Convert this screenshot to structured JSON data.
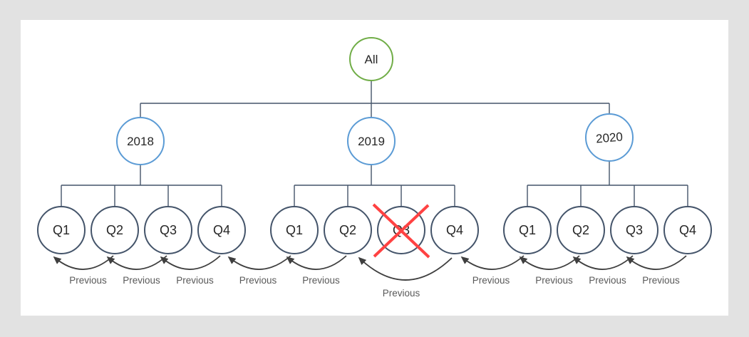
{
  "diagram": {
    "root": {
      "label": "All"
    },
    "years": [
      {
        "label": "2018",
        "quarters": [
          {
            "label": "Q1"
          },
          {
            "label": "Q2"
          },
          {
            "label": "Q3"
          },
          {
            "label": "Q4"
          }
        ]
      },
      {
        "label": "2019",
        "quarters": [
          {
            "label": "Q1"
          },
          {
            "label": "Q2"
          },
          {
            "label": "Q3",
            "crossed_out": true
          },
          {
            "label": "Q4"
          }
        ]
      },
      {
        "label": "2020",
        "quarters": [
          {
            "label": "Q1"
          },
          {
            "label": "Q2"
          },
          {
            "label": "Q3"
          },
          {
            "label": "Q4"
          }
        ]
      }
    ],
    "arrows": [
      {
        "from": "2018.Q2",
        "to": "2018.Q1",
        "label": "Previous"
      },
      {
        "from": "2018.Q3",
        "to": "2018.Q2",
        "label": "Previous"
      },
      {
        "from": "2018.Q4",
        "to": "2018.Q3",
        "label": "Previous"
      },
      {
        "from": "2019.Q1",
        "to": "2018.Q4",
        "label": "Previous"
      },
      {
        "from": "2019.Q2",
        "to": "2019.Q1",
        "label": "Previous"
      },
      {
        "from": "2019.Q4",
        "to": "2019.Q2",
        "label": "Previous",
        "skips": "2019.Q3"
      },
      {
        "from": "2020.Q1",
        "to": "2019.Q4",
        "label": "Previous"
      },
      {
        "from": "2020.Q2",
        "to": "2020.Q1",
        "label": "Previous"
      },
      {
        "from": "2020.Q3",
        "to": "2020.Q2",
        "label": "Previous"
      },
      {
        "from": "2020.Q4",
        "to": "2020.Q3",
        "label": "Previous"
      }
    ]
  },
  "colors": {
    "background": "#e2e2e2",
    "panel": "#ffffff",
    "root_stroke": "#70ad47",
    "year_stroke": "#5b9bd5",
    "quarter_stroke": "#44546a",
    "connector": "#44546a",
    "arrow": "#3f3f3f",
    "cross": "#ff4242",
    "node_text": "#262626",
    "arrow_label_text": "#595959"
  }
}
